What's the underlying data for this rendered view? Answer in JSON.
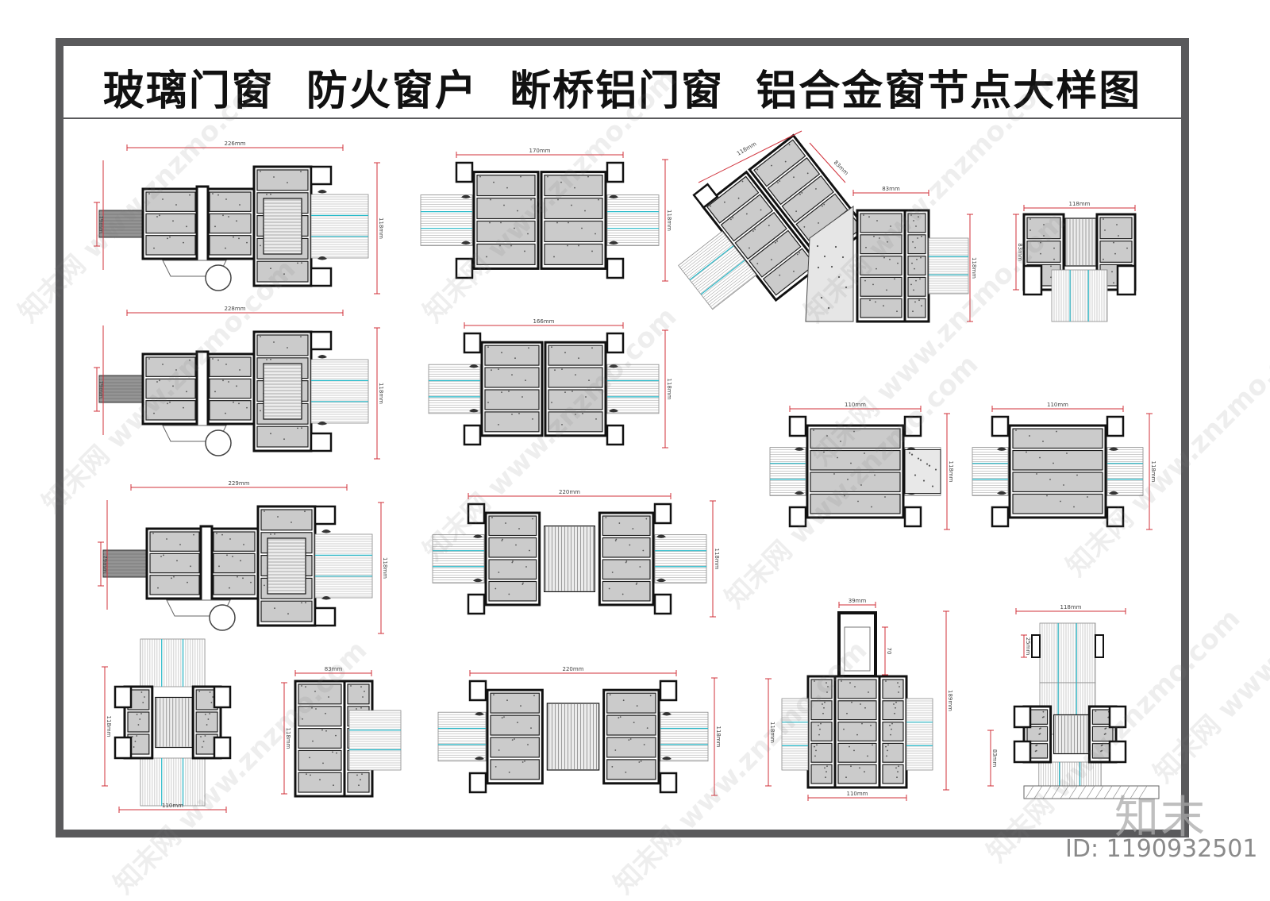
{
  "title": "玻璃门窗  防火窗户  断桥铝门窗  铝合金窗节点大样图",
  "watermark_text": "www.znzmo.com",
  "watermark_brand": "知末网",
  "brand_logo": "知末",
  "image_id": "ID: 1190932501",
  "colors": {
    "frame": "#5a5a5c",
    "dim_line": "#d0303a",
    "glass": "#27b9c9",
    "profile": "#111111",
    "fill": "#c9c9c9"
  },
  "details": [
    {
      "name": "sliding-door-226",
      "dims": [
        "226mm",
        "79mm",
        "118mm"
      ]
    },
    {
      "name": "casement-170",
      "dims": [
        "170mm",
        "118mm"
      ]
    },
    {
      "name": "angle-corner",
      "dims": [
        "118mm",
        "83mm",
        "83mm",
        "118mm"
      ]
    },
    {
      "name": "mullion-118",
      "dims": [
        "118mm",
        "83mm"
      ]
    },
    {
      "name": "sliding-door-228",
      "dims": [
        "228mm",
        "79mm",
        "118mm"
      ]
    },
    {
      "name": "casement-166",
      "dims": [
        "166mm",
        "118mm"
      ]
    },
    {
      "name": "wall-joint-110",
      "dims": [
        "110mm",
        "118mm"
      ]
    },
    {
      "name": "fixed-110",
      "dims": [
        "110mm",
        "118mm"
      ]
    },
    {
      "name": "sliding-door-229",
      "dims": [
        "229mm",
        "79mm",
        "118mm"
      ]
    },
    {
      "name": "double-casement-220",
      "dims": [
        "220mm",
        "118mm"
      ]
    },
    {
      "name": "vertical-joint-110",
      "dims": [
        "110mm",
        "118mm"
      ]
    },
    {
      "name": "side-83",
      "dims": [
        "83mm",
        "118mm"
      ]
    },
    {
      "name": "insulated-220",
      "dims": [
        "220mm",
        "118mm"
      ]
    },
    {
      "name": "tube-joint-39",
      "dims": [
        "39mm",
        "70",
        "118mm",
        "189mm",
        "110mm"
      ]
    },
    {
      "name": "sill-118",
      "dims": [
        "118mm",
        "25mm",
        "83mm"
      ]
    }
  ]
}
